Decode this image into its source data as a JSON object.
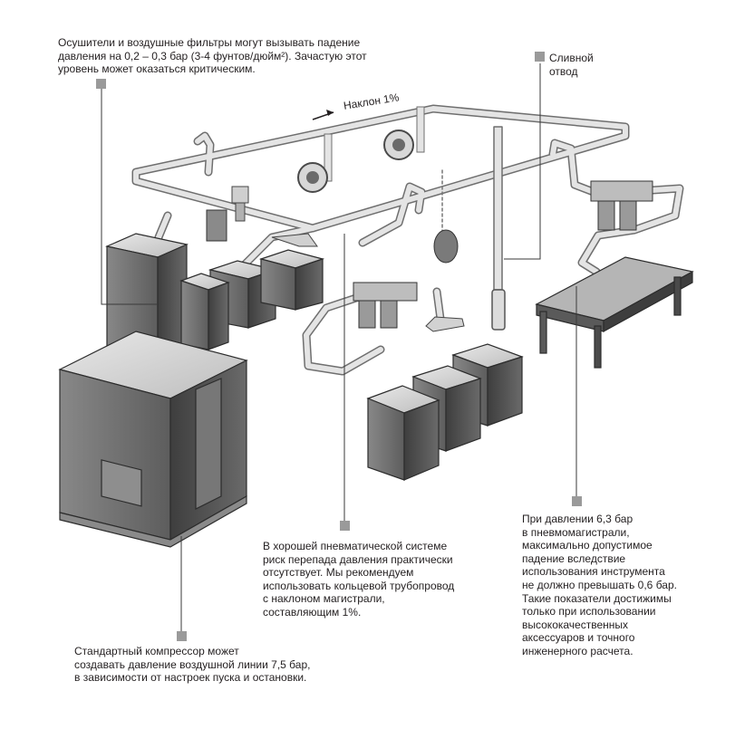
{
  "annotations": {
    "filters_note": "Осушители и воздушные фильтры могут вызывать падение\nдавления на 0,2 – 0,3 бар (3-4 фунтов/дюйм²). Зачастую этот\nуровень может оказаться критическим.",
    "drain_note": "Сливной\nотвод",
    "slope_label": "Наклон 1%",
    "ring_note": "В хорошей пневматической системе\nриск перепада давления практически\nотсутствует. Мы рекомендуем\nиспользовать кольцевой трубопровод\nс наклоном магистрали,\nсоставляющим 1%.",
    "compressor_note": "Стандартный компрессор может\nсоздавать давление воздушной линии 7,5 бар,\nв зависимости от настроек пуска и остановки.",
    "pressure_note": "При давлении 6,3 бар\nв пневмомагистрали,\nмаксимально допустимое\nпадение вследствие\nиспользования инструмента\nне должно превышать 0,6 бар.\nТакие показатели достижимы\nтолько при использовании\nвысококачественных\nаксессуаров и точного\nинженерного расчета."
  },
  "colors": {
    "pipe": "#e3e3e3",
    "pipe_outline": "#6f6f6f",
    "box_front": "#707070",
    "box_side": "#4a4a4a",
    "box_top": "#d4d4d4",
    "marker": "#9a9a9a",
    "leader": "#3a3a3a",
    "text": "#231f20"
  }
}
